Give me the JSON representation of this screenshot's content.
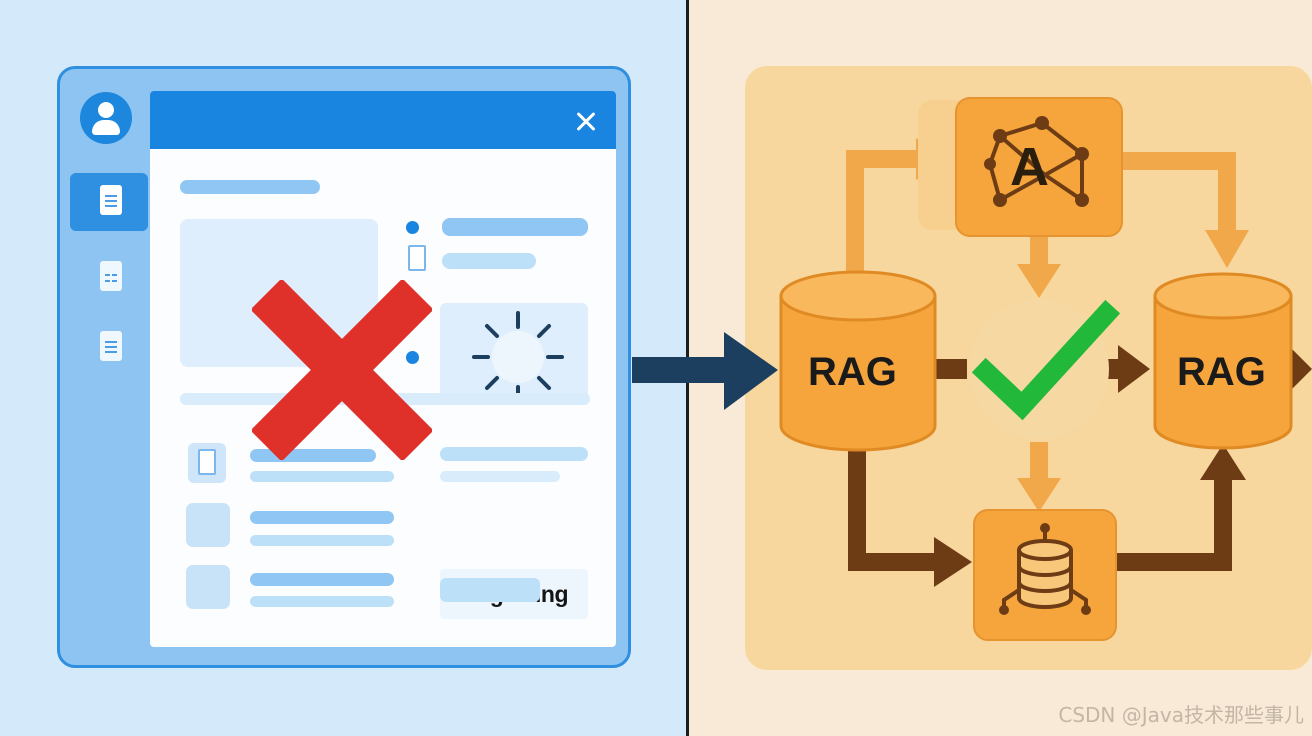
{
  "left_panel": {
    "window": {
      "sidebar": {
        "items": [
          "document-icon",
          "spreadsheet-icon",
          "document-icon"
        ]
      },
      "status_text": "Fiegasting"
    }
  },
  "right_panel": {
    "nodes": {
      "rag_left": "RAG",
      "rag_right": "RAG",
      "agent_label": "A"
    }
  },
  "watermark": "CSDN @Java技术那些事儿",
  "colors": {
    "left_bg": "#d4e9fa",
    "right_bg": "#f8ead6",
    "window_blue": "#1985e0",
    "orange": "#f5a53c",
    "brown_arrow": "#6d3c14",
    "red_x": "#e0302a",
    "green_check": "#22b83a",
    "navy_arrow": "#1c3f60"
  }
}
